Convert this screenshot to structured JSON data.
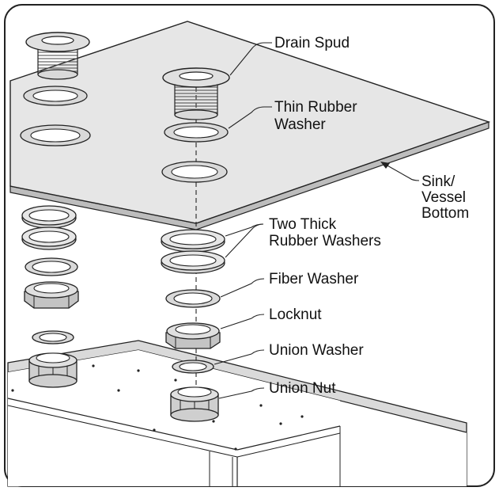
{
  "diagram": {
    "labels": {
      "drain_spud": "Drain Spud",
      "thin_rubber_washer": [
        "Thin Rubber",
        "Washer"
      ],
      "sink_vessel_bottom": [
        "Sink/",
        "Vessel",
        "Bottom"
      ],
      "two_thick_rubber_washers": [
        "Two Thick",
        "Rubber Washers"
      ],
      "fiber_washer": "Fiber Washer",
      "locknut": "Locknut",
      "union_washer": "Union Washer",
      "union_nut": "Union Nut"
    },
    "colors": {
      "line": "#222222",
      "sheet": "#e6e6e6",
      "part_fill": "#d9d9d9",
      "background": "#ffffff"
    }
  }
}
